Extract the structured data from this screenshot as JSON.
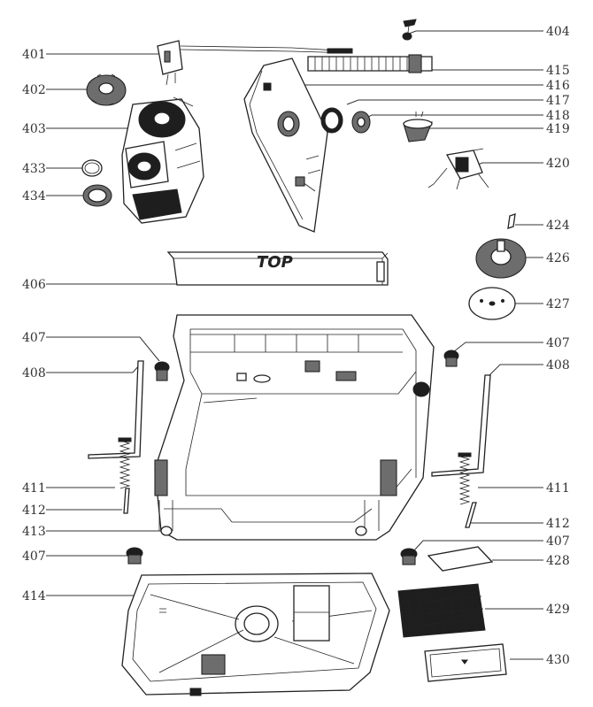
{
  "diagram": {
    "box_text": "TOP",
    "callouts": [
      {
        "id": "c401",
        "label": "401"
      },
      {
        "id": "c402",
        "label": "402"
      },
      {
        "id": "c403",
        "label": "403"
      },
      {
        "id": "c433",
        "label": "433"
      },
      {
        "id": "c434",
        "label": "434"
      },
      {
        "id": "c406",
        "label": "406"
      },
      {
        "id": "c407a",
        "label": "407"
      },
      {
        "id": "c408a",
        "label": "408"
      },
      {
        "id": "c411a",
        "label": "411"
      },
      {
        "id": "c412a",
        "label": "412"
      },
      {
        "id": "c413",
        "label": "413"
      },
      {
        "id": "c407b",
        "label": "407"
      },
      {
        "id": "c414",
        "label": "414"
      },
      {
        "id": "c404",
        "label": "404"
      },
      {
        "id": "c415",
        "label": "415"
      },
      {
        "id": "c416",
        "label": "416"
      },
      {
        "id": "c417",
        "label": "417"
      },
      {
        "id": "c418",
        "label": "418"
      },
      {
        "id": "c419",
        "label": "419"
      },
      {
        "id": "c420",
        "label": "420"
      },
      {
        "id": "c424",
        "label": "424"
      },
      {
        "id": "c426",
        "label": "426"
      },
      {
        "id": "c427",
        "label": "427"
      },
      {
        "id": "c407c",
        "label": "407"
      },
      {
        "id": "c408b",
        "label": "408"
      },
      {
        "id": "c411b",
        "label": "411"
      },
      {
        "id": "c412b",
        "label": "412"
      },
      {
        "id": "c407d",
        "label": "407"
      },
      {
        "id": "c428",
        "label": "428"
      },
      {
        "id": "c429",
        "label": "429"
      },
      {
        "id": "c430",
        "label": "430"
      }
    ]
  }
}
